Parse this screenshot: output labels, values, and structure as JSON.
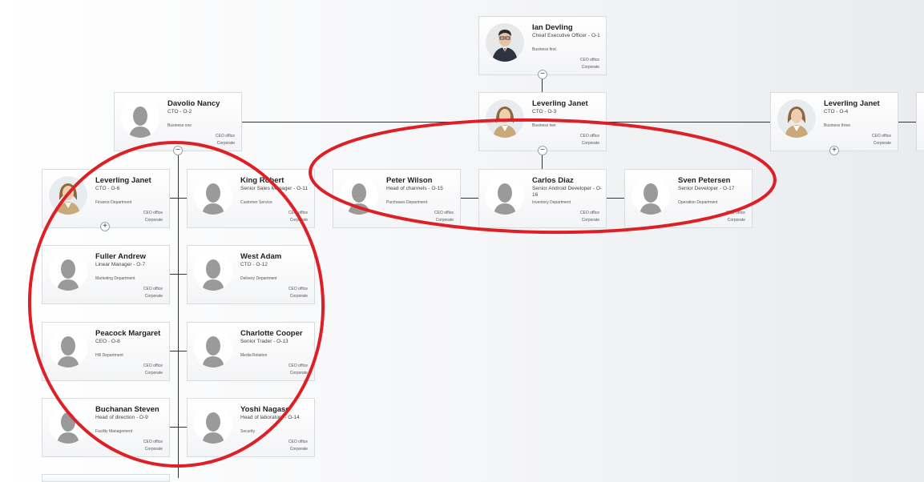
{
  "nodes": {
    "ian": {
      "name": "Ian Devling",
      "role": "Cheaf Executive Officer - O-1",
      "dept": "Business first",
      "office": "CEO office",
      "corp": "Corporate",
      "photo": "man-suit"
    },
    "davolio": {
      "name": "Davolio Nancy",
      "role": "CTO - O-2",
      "dept": "Business one",
      "office": "CEO office",
      "corp": "Corporate",
      "photo": "silhouette"
    },
    "leverling3": {
      "name": "Leverling Janet",
      "role": "CTO - O-3",
      "dept": "Business two",
      "office": "CEO office",
      "corp": "Corporate",
      "photo": "woman"
    },
    "leverling4": {
      "name": "Leverling Janet",
      "role": "CTO - O-4",
      "dept": "Business three",
      "office": "CEO office",
      "corp": "Corporate",
      "photo": "woman"
    },
    "leverling6": {
      "name": "Leverling Janet",
      "role": "CTO - O-6",
      "dept": "Finance Department",
      "office": "CEO office",
      "corp": "Corporate",
      "photo": "woman"
    },
    "king": {
      "name": "King Robert",
      "role": "Senior Sales Manager - O-11",
      "dept": "Customer Service",
      "office": "CEO office",
      "corp": "Corporate",
      "photo": "silhouette"
    },
    "fuller": {
      "name": "Fuller Andrew",
      "role": "Linear Manager - O-7",
      "dept": "Marketing Department",
      "office": "CEO office",
      "corp": "Corporate",
      "photo": "silhouette"
    },
    "west": {
      "name": "West Adam",
      "role": "CTO - O-12",
      "dept": "Delivery Department",
      "office": "CEO office",
      "corp": "Corporate",
      "photo": "silhouette"
    },
    "peacock": {
      "name": "Peacock Margaret",
      "role": "CEO - O-8",
      "dept": "HR Department",
      "office": "CEO office",
      "corp": "Corporate",
      "photo": "silhouette"
    },
    "charlotte": {
      "name": "Charlotte Cooper",
      "role": "Senior Trader - O-13",
      "dept": "Media Relation",
      "office": "CEO office",
      "corp": "Corporate",
      "photo": "silhouette"
    },
    "buchanan": {
      "name": "Buchanan Steven",
      "role": "Head of direction - O-9",
      "dept": "Facility Management",
      "office": "CEO office",
      "corp": "Corporate",
      "photo": "silhouette"
    },
    "yoshi": {
      "name": "Yoshi Nagase",
      "role": "Head of laboratory - O-14",
      "dept": "Security",
      "office": "CEO office",
      "corp": "Corporate",
      "photo": "silhouette"
    },
    "peter": {
      "name": "Peter Wilson",
      "role": "Head of channels - O-15",
      "dept": "Purchases Department",
      "office": "CEO office",
      "corp": "Corporate",
      "photo": "silhouette"
    },
    "carlos": {
      "name": "Carlos Diaz",
      "role": "Senior Android Developer - O-16",
      "dept": "Inventory Department",
      "office": "CEO office",
      "corp": "Corporate",
      "photo": "silhouette"
    },
    "sven": {
      "name": "Sven Petersen",
      "role": "Senior Developer - O-17",
      "dept": "Operation Department",
      "office": "CEO office",
      "corp": "Corporate",
      "photo": "silhouette"
    }
  },
  "toggles": {
    "collapse": "−",
    "expand": "+"
  },
  "colors": {
    "annotation_red": "#dd1f26",
    "connector": "#333333",
    "card_border": "#d8dbe0"
  }
}
